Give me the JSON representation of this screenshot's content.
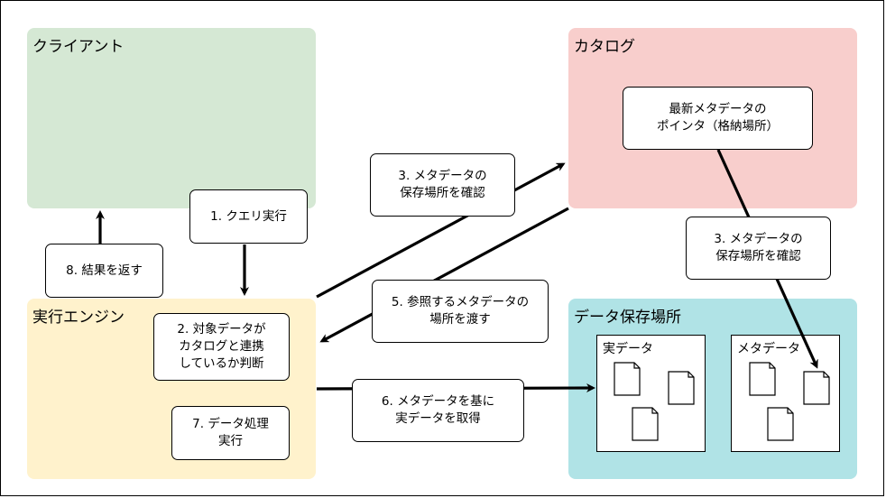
{
  "regions": {
    "client": {
      "title": "クライアント",
      "color": "#d5e8d4"
    },
    "catalog": {
      "title": "カタログ",
      "color": "#f8cecc"
    },
    "engine": {
      "title": "実行エンジン",
      "color": "#fff2cc"
    },
    "storage": {
      "title": "データ保存場所",
      "color": "#b0e3e6"
    }
  },
  "boxes": {
    "latest_pointer": "最新メタデータの\nポインタ（格納場所）",
    "step1": "1. クエリ実行",
    "step8": "8. 結果を返す",
    "step2": "2. 対象データが\nカタログと連携\nしているか判断",
    "step7": "7. データ処理\n実行",
    "step3_left": "3. メタデータの\n保存場所を確認",
    "step3_right": "3. メタデータの\n保存場所を確認",
    "step5": "5. 参照するメタデータの\n場所を渡す",
    "step6": "6. メタデータを基に\n実データを取得"
  },
  "storage_panels": {
    "actual": "実データ",
    "metadata": "メタデータ"
  },
  "icons": {
    "document": "document-icon"
  }
}
